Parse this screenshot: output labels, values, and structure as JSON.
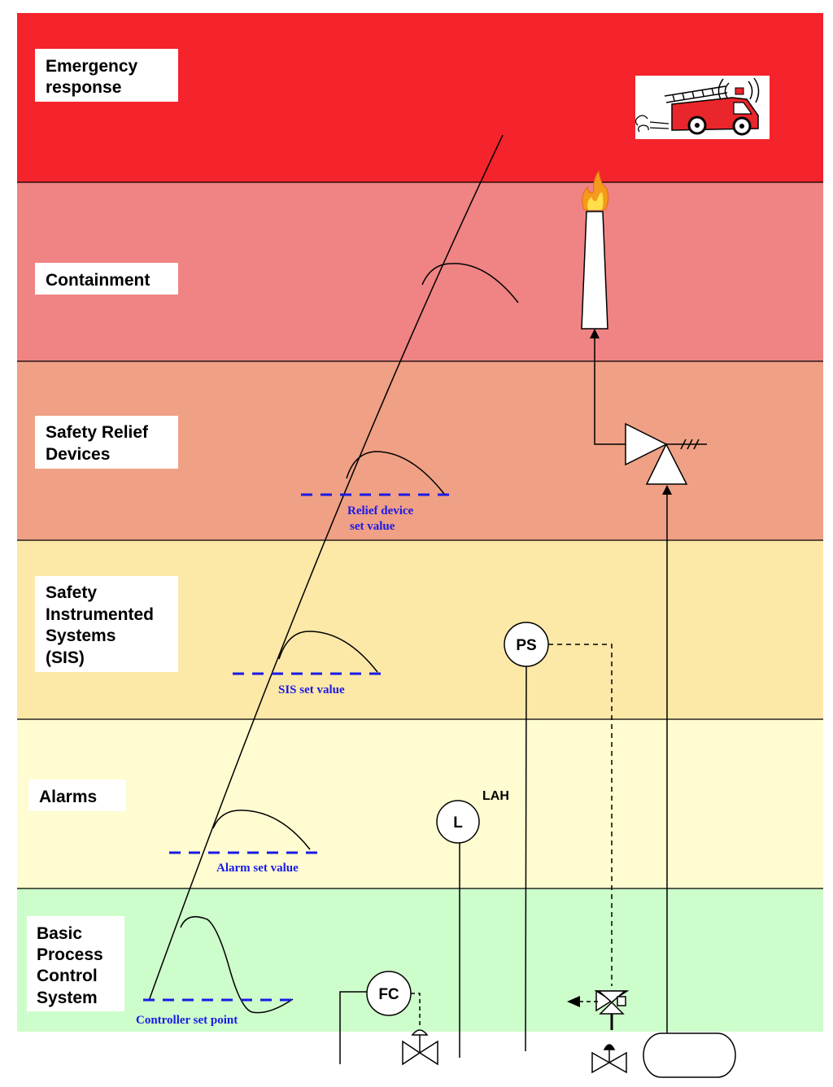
{
  "layers": [
    {
      "id": "emergency",
      "lines": [
        "Emergency",
        "response"
      ],
      "color": "#f5232b"
    },
    {
      "id": "containment",
      "lines": [
        "Containment"
      ],
      "color": "#f08383"
    },
    {
      "id": "relief",
      "lines": [
        "Safety Relief",
        "Devices"
      ],
      "color": "#efa085"
    },
    {
      "id": "sis",
      "lines": [
        "Safety",
        "Instrumented",
        "Systems",
        "(SIS)"
      ],
      "color": "#fce8a7"
    },
    {
      "id": "alarms",
      "lines": [
        "Alarms"
      ],
      "color": "#fefcd0"
    },
    {
      "id": "bpcs",
      "lines": [
        "Basic",
        "Process",
        "Control",
        "System"
      ],
      "color": "#cdfdcb"
    }
  ],
  "setpoints": {
    "relief": [
      "Relief device",
      "set value"
    ],
    "sis": [
      "SIS set value"
    ],
    "alarm": [
      "Alarm set value"
    ],
    "controller": [
      "Controller set point"
    ]
  },
  "instruments": {
    "ps": "PS",
    "level": "L",
    "lah": "LAH",
    "fc": "FC"
  },
  "icons": [
    "fire-truck-icon",
    "flare-stack-icon",
    "relief-valve-icon",
    "control-valve-icon",
    "three-way-valve-icon",
    "vessel-icon"
  ],
  "colors": {
    "setpoint_line": "#1a1ae6",
    "flame_outer": "#f59a1b",
    "flame_inner": "#ffe04a",
    "truck": "#e8262b"
  }
}
